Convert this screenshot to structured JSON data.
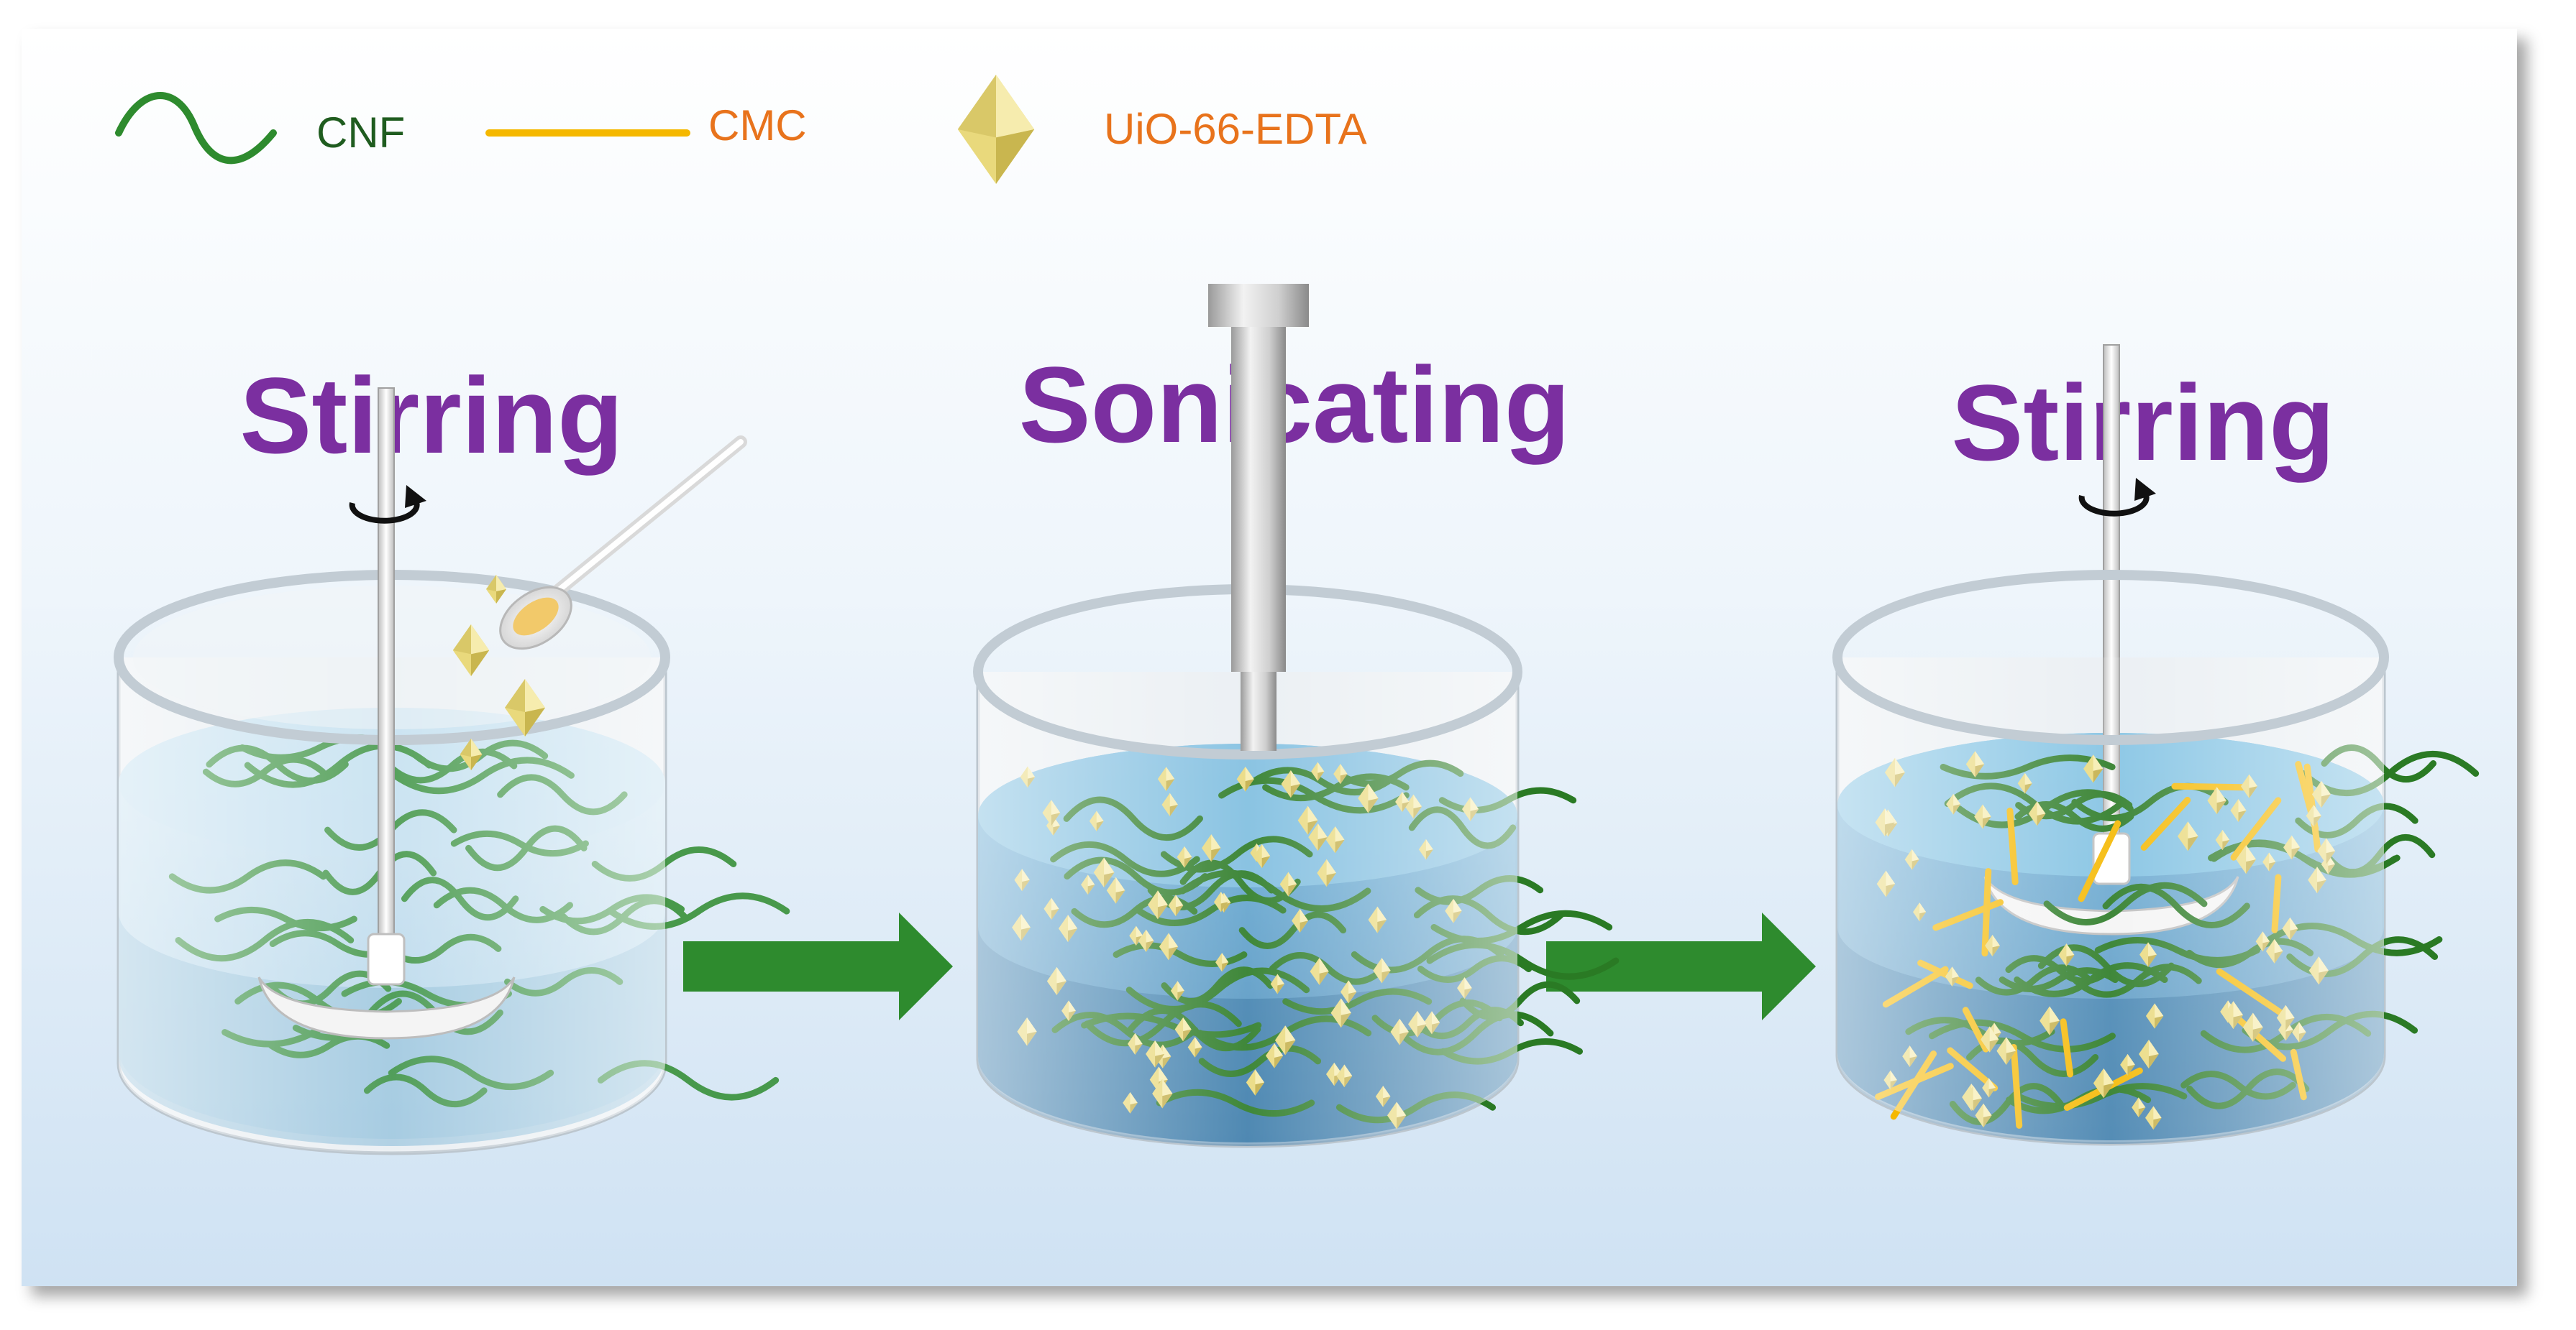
{
  "legend": {
    "cnf": "CNF",
    "cmc": "CMC",
    "uio": "UiO-66-EDTA"
  },
  "steps": [
    {
      "label": "Stirring"
    },
    {
      "label": "Sonicating"
    },
    {
      "label": "Stirring"
    }
  ],
  "colors": {
    "cnf": "#2e8b2e",
    "cmc": "#f5b800",
    "uio": "#e8d87a",
    "step_label": "#7b2fa0",
    "cnf_text": "#1f5c1f",
    "cmc_text": "#e8731c",
    "uio_text": "#e8731c",
    "arrow": "#2e8b2e",
    "water": "#4a9fcf"
  },
  "icons": [
    "rotation-arrow-icon",
    "spoon-icon",
    "ultrasonic-probe-icon",
    "stirrer-impeller-icon"
  ]
}
